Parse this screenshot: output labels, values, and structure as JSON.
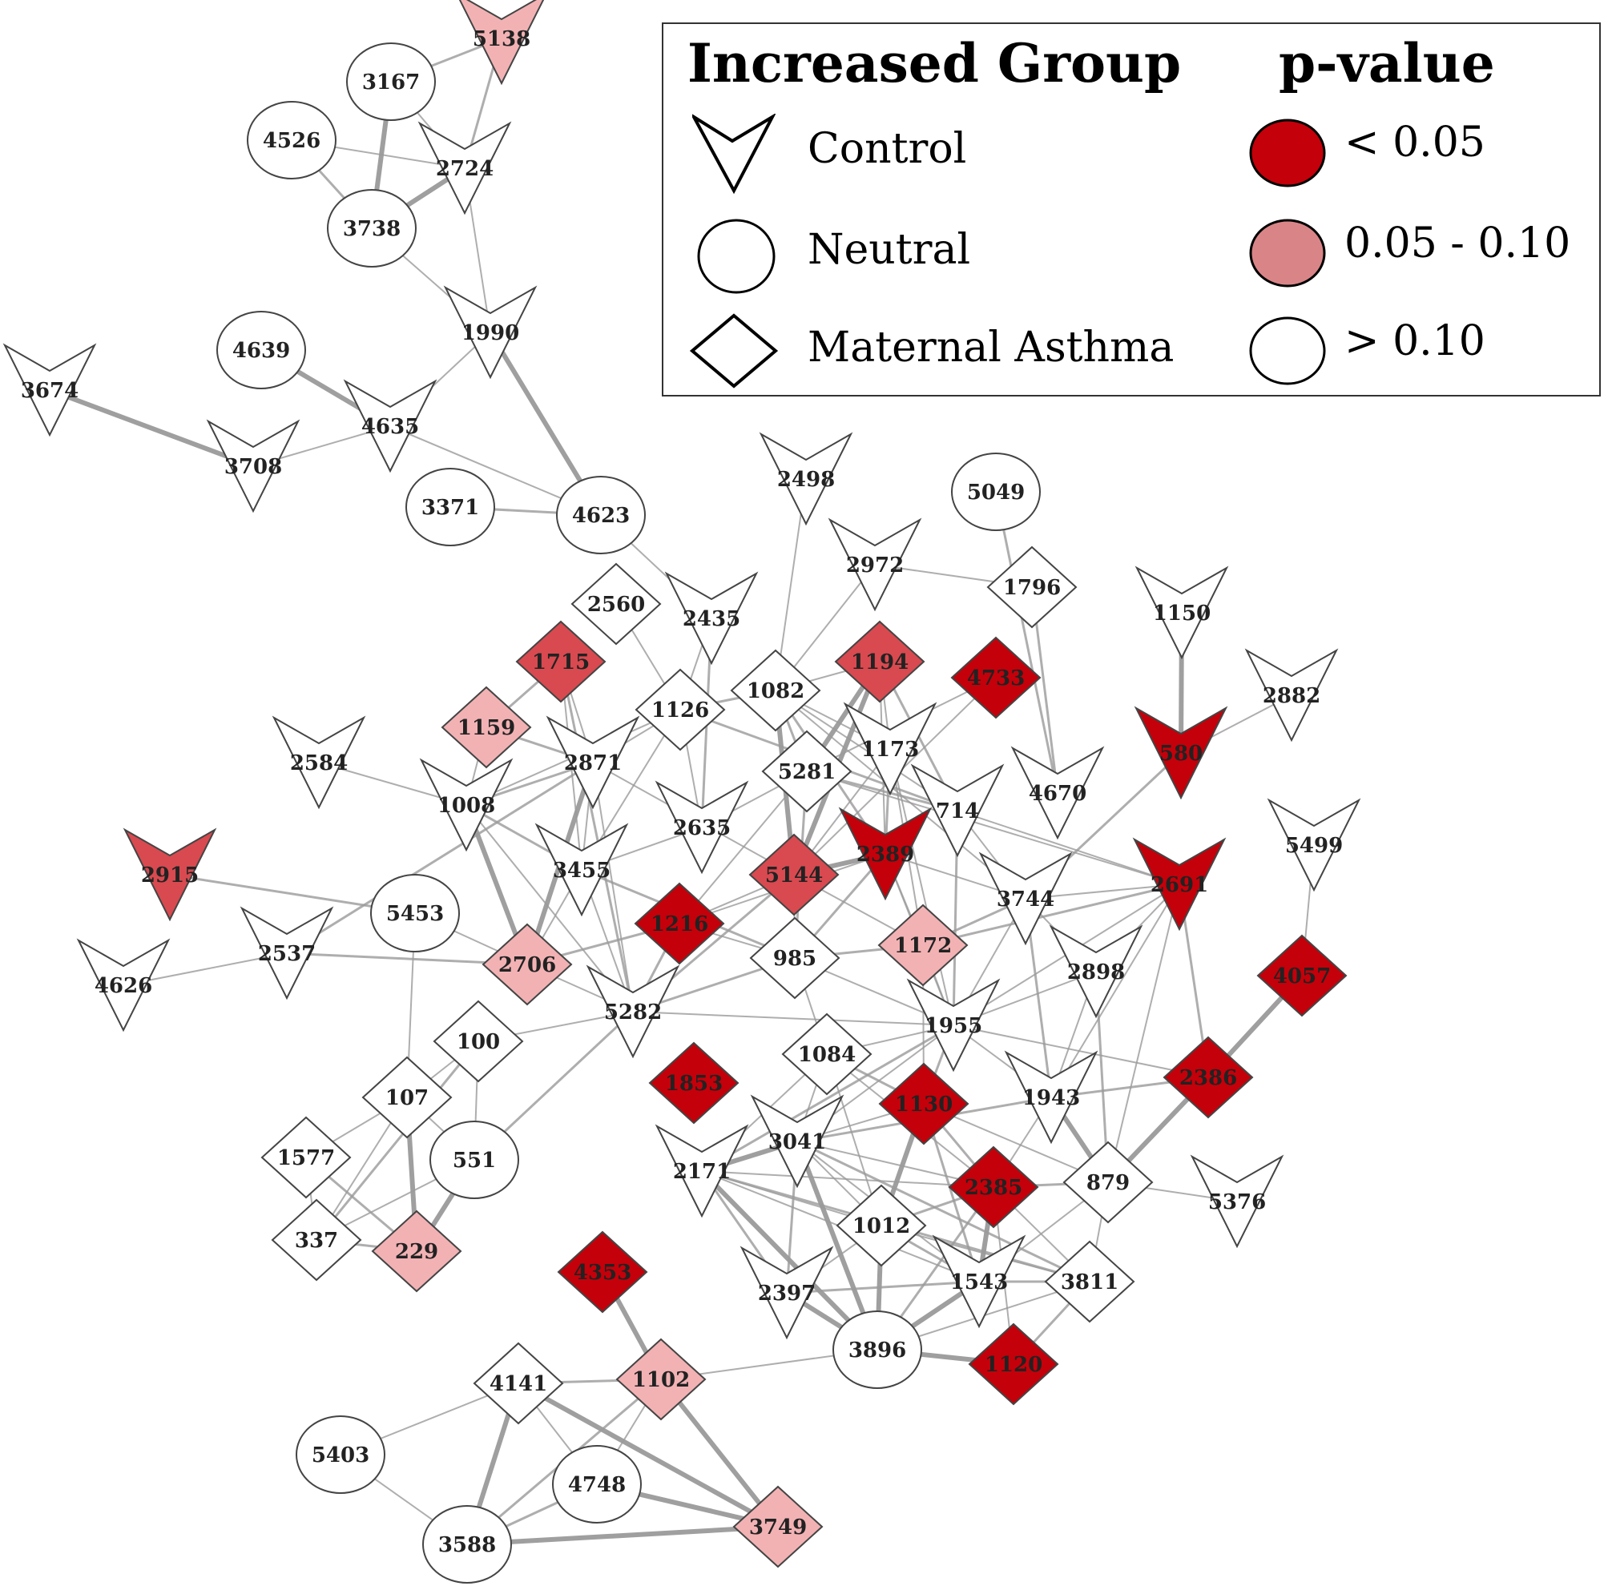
{
  "legend": {
    "group_title": "Increased Group",
    "group_items": [
      {
        "label": "Control",
        "shape": "triangle-down-icon"
      },
      {
        "label": "Neutral",
        "shape": "circle-icon"
      },
      {
        "label": "Maternal Asthma",
        "shape": "diamond-icon"
      }
    ],
    "pvalue_title": "p-value",
    "pvalue_items": [
      {
        "label": "< 0.05",
        "color": "#c4000a"
      },
      {
        "label": "0.05 - 0.10",
        "color": "#d98588"
      },
      {
        "label": "> 0.10",
        "color": "#ffffff"
      }
    ]
  },
  "colors": {
    "significant": "#c4000a",
    "moderate": "#d84a50",
    "marginal": "#f2b2b4",
    "none": "#ffffff",
    "edge": "#9a9a9a"
  },
  "nodes": [
    {
      "id": "5138",
      "group": "control",
      "p": "marginal"
    },
    {
      "id": "3167",
      "group": "neutral",
      "p": "none"
    },
    {
      "id": "4526",
      "group": "neutral",
      "p": "none"
    },
    {
      "id": "2724",
      "group": "control",
      "p": "none"
    },
    {
      "id": "3738",
      "group": "neutral",
      "p": "none"
    },
    {
      "id": "1990",
      "group": "control",
      "p": "none"
    },
    {
      "id": "4639",
      "group": "neutral",
      "p": "none"
    },
    {
      "id": "3674",
      "group": "control",
      "p": "none"
    },
    {
      "id": "4635",
      "group": "control",
      "p": "none"
    },
    {
      "id": "3708",
      "group": "control",
      "p": "none"
    },
    {
      "id": "3371",
      "group": "neutral",
      "p": "none"
    },
    {
      "id": "4623",
      "group": "neutral",
      "p": "none"
    },
    {
      "id": "2498",
      "group": "control",
      "p": "none"
    },
    {
      "id": "5049",
      "group": "neutral",
      "p": "none"
    },
    {
      "id": "2972",
      "group": "control",
      "p": "none"
    },
    {
      "id": "1796",
      "group": "maternal",
      "p": "none"
    },
    {
      "id": "2560",
      "group": "maternal",
      "p": "none"
    },
    {
      "id": "2435",
      "group": "control",
      "p": "none"
    },
    {
      "id": "1150",
      "group": "control",
      "p": "none"
    },
    {
      "id": "1715",
      "group": "maternal",
      "p": "moderate"
    },
    {
      "id": "1194",
      "group": "maternal",
      "p": "moderate"
    },
    {
      "id": "4733",
      "group": "maternal",
      "p": "significant"
    },
    {
      "id": "1126",
      "group": "maternal",
      "p": "none"
    },
    {
      "id": "1082",
      "group": "maternal",
      "p": "none"
    },
    {
      "id": "2882",
      "group": "control",
      "p": "none"
    },
    {
      "id": "1159",
      "group": "maternal",
      "p": "marginal"
    },
    {
      "id": "1173",
      "group": "control",
      "p": "none"
    },
    {
      "id": "580",
      "group": "control",
      "p": "significant"
    },
    {
      "id": "2584",
      "group": "control",
      "p": "none"
    },
    {
      "id": "2871",
      "group": "control",
      "p": "none"
    },
    {
      "id": "5281",
      "group": "maternal",
      "p": "none"
    },
    {
      "id": "4670",
      "group": "control",
      "p": "none"
    },
    {
      "id": "1008",
      "group": "control",
      "p": "none"
    },
    {
      "id": "714",
      "group": "control",
      "p": "none"
    },
    {
      "id": "2635",
      "group": "control",
      "p": "none"
    },
    {
      "id": "5499",
      "group": "control",
      "p": "none"
    },
    {
      "id": "2389",
      "group": "control",
      "p": "significant"
    },
    {
      "id": "2915",
      "group": "control",
      "p": "moderate"
    },
    {
      "id": "3455",
      "group": "control",
      "p": "none"
    },
    {
      "id": "5144",
      "group": "maternal",
      "p": "moderate"
    },
    {
      "id": "2691",
      "group": "control",
      "p": "significant"
    },
    {
      "id": "3744",
      "group": "control",
      "p": "none"
    },
    {
      "id": "5453",
      "group": "neutral",
      "p": "none"
    },
    {
      "id": "1216",
      "group": "maternal",
      "p": "significant"
    },
    {
      "id": "1172",
      "group": "maternal",
      "p": "marginal"
    },
    {
      "id": "2537",
      "group": "control",
      "p": "none"
    },
    {
      "id": "2706",
      "group": "maternal",
      "p": "marginal"
    },
    {
      "id": "985",
      "group": "maternal",
      "p": "none"
    },
    {
      "id": "2898",
      "group": "control",
      "p": "none"
    },
    {
      "id": "4057",
      "group": "maternal",
      "p": "significant"
    },
    {
      "id": "4626",
      "group": "control",
      "p": "none"
    },
    {
      "id": "5282",
      "group": "control",
      "p": "none"
    },
    {
      "id": "1955",
      "group": "control",
      "p": "none"
    },
    {
      "id": "100",
      "group": "maternal",
      "p": "none"
    },
    {
      "id": "1084",
      "group": "maternal",
      "p": "none"
    },
    {
      "id": "1853",
      "group": "maternal",
      "p": "significant"
    },
    {
      "id": "1130",
      "group": "maternal",
      "p": "significant"
    },
    {
      "id": "2386",
      "group": "maternal",
      "p": "significant"
    },
    {
      "id": "107",
      "group": "maternal",
      "p": "none"
    },
    {
      "id": "1943",
      "group": "control",
      "p": "none"
    },
    {
      "id": "3041",
      "group": "control",
      "p": "none"
    },
    {
      "id": "1577",
      "group": "maternal",
      "p": "none"
    },
    {
      "id": "551",
      "group": "neutral",
      "p": "none"
    },
    {
      "id": "2171",
      "group": "control",
      "p": "none"
    },
    {
      "id": "879",
      "group": "maternal",
      "p": "none"
    },
    {
      "id": "2385",
      "group": "maternal",
      "p": "significant"
    },
    {
      "id": "5376",
      "group": "control",
      "p": "none"
    },
    {
      "id": "337",
      "group": "maternal",
      "p": "none"
    },
    {
      "id": "229",
      "group": "maternal",
      "p": "marginal"
    },
    {
      "id": "1012",
      "group": "maternal",
      "p": "none"
    },
    {
      "id": "4353",
      "group": "maternal",
      "p": "significant"
    },
    {
      "id": "2397",
      "group": "control",
      "p": "none"
    },
    {
      "id": "1543",
      "group": "control",
      "p": "none"
    },
    {
      "id": "3811",
      "group": "maternal",
      "p": "none"
    },
    {
      "id": "3896",
      "group": "neutral",
      "p": "none"
    },
    {
      "id": "1120",
      "group": "maternal",
      "p": "significant"
    },
    {
      "id": "1102",
      "group": "maternal",
      "p": "marginal"
    },
    {
      "id": "4141",
      "group": "maternal",
      "p": "none"
    },
    {
      "id": "5403",
      "group": "neutral",
      "p": "none"
    },
    {
      "id": "4748",
      "group": "neutral",
      "p": "none"
    },
    {
      "id": "3749",
      "group": "maternal",
      "p": "marginal"
    },
    {
      "id": "3588",
      "group": "neutral",
      "p": "none"
    }
  ],
  "edges": [
    [
      "3167",
      "5138"
    ],
    [
      "3167",
      "2724"
    ],
    [
      "3167",
      "3738"
    ],
    [
      "4526",
      "3738"
    ],
    [
      "4526",
      "2724"
    ],
    [
      "3738",
      "2724"
    ],
    [
      "2724",
      "5138"
    ],
    [
      "2724",
      "1990"
    ],
    [
      "3738",
      "1990"
    ],
    [
      "1990",
      "4623"
    ],
    [
      "1990",
      "4635"
    ],
    [
      "4639",
      "4635"
    ],
    [
      "3674",
      "3708"
    ],
    [
      "3708",
      "4635"
    ],
    [
      "4635",
      "4623"
    ],
    [
      "3371",
      "4623"
    ],
    [
      "4623",
      "2435"
    ],
    [
      "2498",
      "1082"
    ],
    [
      "5049",
      "4670"
    ],
    [
      "2972",
      "1796"
    ],
    [
      "2972",
      "1082"
    ],
    [
      "1796",
      "4670"
    ],
    [
      "2560",
      "1126"
    ],
    [
      "2435",
      "1126"
    ],
    [
      "2435",
      "2635"
    ],
    [
      "1150",
      "580"
    ],
    [
      "580",
      "2882"
    ],
    [
      "1715",
      "1159"
    ],
    [
      "1715",
      "2871"
    ],
    [
      "1715",
      "3455"
    ],
    [
      "1715",
      "5282"
    ],
    [
      "1194",
      "1082"
    ],
    [
      "1194",
      "1173"
    ],
    [
      "1194",
      "5281"
    ],
    [
      "1194",
      "5144"
    ],
    [
      "1194",
      "2389"
    ],
    [
      "1194",
      "714"
    ],
    [
      "4733",
      "5281"
    ],
    [
      "4733",
      "5144"
    ],
    [
      "1126",
      "1082"
    ],
    [
      "1126",
      "2871"
    ],
    [
      "1126",
      "2635"
    ],
    [
      "1126",
      "714"
    ],
    [
      "1126",
      "3455"
    ],
    [
      "1126",
      "1008"
    ],
    [
      "1082",
      "5281"
    ],
    [
      "1082",
      "1173"
    ],
    [
      "1082",
      "5144"
    ],
    [
      "1082",
      "2389"
    ],
    [
      "1082",
      "714"
    ],
    [
      "1082",
      "3744"
    ],
    [
      "1159",
      "2871"
    ],
    [
      "1159",
      "1008"
    ],
    [
      "2584",
      "1008"
    ],
    [
      "2871",
      "1008"
    ],
    [
      "2871",
      "3455"
    ],
    [
      "2871",
      "2706"
    ],
    [
      "2871",
      "2537"
    ],
    [
      "2871",
      "5144"
    ],
    [
      "2871",
      "5282"
    ],
    [
      "5281",
      "714"
    ],
    [
      "5281",
      "2635"
    ],
    [
      "5281",
      "1216"
    ],
    [
      "5281",
      "985"
    ],
    [
      "5281",
      "2691"
    ],
    [
      "1173",
      "1172"
    ],
    [
      "1173",
      "2389"
    ],
    [
      "1173",
      "5144"
    ],
    [
      "1173",
      "1955"
    ],
    [
      "580",
      "3744"
    ],
    [
      "5499",
      "4057"
    ],
    [
      "2691",
      "3744"
    ],
    [
      "2691",
      "1172"
    ],
    [
      "2691",
      "2898"
    ],
    [
      "2691",
      "1943"
    ],
    [
      "2691",
      "2386"
    ],
    [
      "2691",
      "879"
    ],
    [
      "2691",
      "1955"
    ],
    [
      "1008",
      "3455"
    ],
    [
      "1008",
      "2706"
    ],
    [
      "1008",
      "5282"
    ],
    [
      "2915",
      "5453"
    ],
    [
      "3455",
      "5282"
    ],
    [
      "3455",
      "2635"
    ],
    [
      "3455",
      "985"
    ],
    [
      "3455",
      "2706"
    ],
    [
      "5144",
      "1216"
    ],
    [
      "5144",
      "2389"
    ],
    [
      "5144",
      "985"
    ],
    [
      "5144",
      "1172"
    ],
    [
      "5144",
      "5282"
    ],
    [
      "2389",
      "1172"
    ],
    [
      "2389",
      "1216"
    ],
    [
      "2389",
      "985"
    ],
    [
      "2389",
      "3744"
    ],
    [
      "2389",
      "1955"
    ],
    [
      "714",
      "1955"
    ],
    [
      "714",
      "3744"
    ],
    [
      "714",
      "2691"
    ],
    [
      "3744",
      "1943"
    ],
    [
      "3744",
      "2898"
    ],
    [
      "3744",
      "1955"
    ],
    [
      "3744",
      "1172"
    ],
    [
      "5453",
      "2706"
    ],
    [
      "5453",
      "107"
    ],
    [
      "2537",
      "2706"
    ],
    [
      "4626",
      "2537"
    ],
    [
      "2706",
      "5282"
    ],
    [
      "2706",
      "1216"
    ],
    [
      "985",
      "1955"
    ],
    [
      "985",
      "1084"
    ],
    [
      "985",
      "5282"
    ],
    [
      "985",
      "1216"
    ],
    [
      "1172",
      "1955"
    ],
    [
      "1172",
      "985"
    ],
    [
      "1172",
      "1130"
    ],
    [
      "2898",
      "1943"
    ],
    [
      "2898",
      "879"
    ],
    [
      "2898",
      "1955"
    ],
    [
      "4057",
      "2386"
    ],
    [
      "5282",
      "551"
    ],
    [
      "5282",
      "100"
    ],
    [
      "5282",
      "1955"
    ],
    [
      "5282",
      "1216"
    ],
    [
      "1955",
      "1943"
    ],
    [
      "1955",
      "2386"
    ],
    [
      "1955",
      "1130"
    ],
    [
      "1955",
      "1084"
    ],
    [
      "1955",
      "3041"
    ],
    [
      "1955",
      "2171"
    ],
    [
      "100",
      "107"
    ],
    [
      "100",
      "551"
    ],
    [
      "100",
      "337"
    ],
    [
      "107",
      "1577"
    ],
    [
      "107",
      "551"
    ],
    [
      "107",
      "229"
    ],
    [
      "107",
      "337"
    ],
    [
      "1577",
      "337"
    ],
    [
      "1577",
      "229"
    ],
    [
      "551",
      "229"
    ],
    [
      "551",
      "337"
    ],
    [
      "337",
      "229"
    ],
    [
      "1084",
      "3041"
    ],
    [
      "1084",
      "2171"
    ],
    [
      "1084",
      "1130"
    ],
    [
      "1084",
      "2385"
    ],
    [
      "1084",
      "1012"
    ],
    [
      "1130",
      "2385"
    ],
    [
      "1130",
      "3041"
    ],
    [
      "1130",
      "1012"
    ],
    [
      "1130",
      "1543"
    ],
    [
      "1130",
      "879"
    ],
    [
      "2386",
      "879"
    ],
    [
      "2386",
      "1943"
    ],
    [
      "1943",
      "879"
    ],
    [
      "1943",
      "2385"
    ],
    [
      "1943",
      "3041"
    ],
    [
      "3041",
      "2171"
    ],
    [
      "3041",
      "1012"
    ],
    [
      "3041",
      "2397"
    ],
    [
      "3041",
      "1543"
    ],
    [
      "3041",
      "3896"
    ],
    [
      "3041",
      "3811"
    ],
    [
      "3041",
      "2385"
    ],
    [
      "2171",
      "1012"
    ],
    [
      "2171",
      "2397"
    ],
    [
      "2171",
      "1543"
    ],
    [
      "2171",
      "3896"
    ],
    [
      "2171",
      "3811"
    ],
    [
      "2171",
      "2385"
    ],
    [
      "879",
      "5376"
    ],
    [
      "879",
      "2385"
    ],
    [
      "879",
      "1543"
    ],
    [
      "879",
      "3811"
    ],
    [
      "2385",
      "1012"
    ],
    [
      "2385",
      "1543"
    ],
    [
      "2385",
      "3811"
    ],
    [
      "2385",
      "3896"
    ],
    [
      "2385",
      "1120"
    ],
    [
      "1012",
      "2397"
    ],
    [
      "1012",
      "1543"
    ],
    [
      "1012",
      "3896"
    ],
    [
      "1012",
      "3811"
    ],
    [
      "2397",
      "1543"
    ],
    [
      "2397",
      "3896"
    ],
    [
      "1543",
      "3896"
    ],
    [
      "1543",
      "3811"
    ],
    [
      "3896",
      "3811"
    ],
    [
      "3896",
      "1120"
    ],
    [
      "1120",
      "3811"
    ],
    [
      "4353",
      "1102"
    ],
    [
      "1102",
      "3896"
    ],
    [
      "1102",
      "4141"
    ],
    [
      "1102",
      "3749"
    ],
    [
      "1102",
      "4748"
    ],
    [
      "1102",
      "3588"
    ],
    [
      "4141",
      "5403"
    ],
    [
      "4141",
      "4748"
    ],
    [
      "4141",
      "3749"
    ],
    [
      "4141",
      "3588"
    ],
    [
      "5403",
      "3588"
    ],
    [
      "4748",
      "3588"
    ],
    [
      "4748",
      "3749"
    ],
    [
      "3588",
      "3749"
    ]
  ],
  "heavy_edges": [
    [
      "3167",
      "3738"
    ],
    [
      "3738",
      "2724"
    ],
    [
      "3674",
      "3708"
    ],
    [
      "4639",
      "4635"
    ],
    [
      "1990",
      "4623"
    ],
    [
      "1150",
      "580"
    ],
    [
      "1194",
      "5144"
    ],
    [
      "1194",
      "5281"
    ],
    [
      "1082",
      "5144"
    ],
    [
      "2871",
      "2706"
    ],
    [
      "1008",
      "2706"
    ],
    [
      "5144",
      "2389"
    ],
    [
      "1943",
      "879"
    ],
    [
      "2386",
      "879"
    ],
    [
      "4057",
      "2386"
    ],
    [
      "3041",
      "3896"
    ],
    [
      "2171",
      "3896"
    ],
    [
      "3041",
      "2171"
    ],
    [
      "2397",
      "3896"
    ],
    [
      "1012",
      "3896"
    ],
    [
      "1543",
      "3896"
    ],
    [
      "2385",
      "1543"
    ],
    [
      "3896",
      "1120"
    ],
    [
      "1130",
      "1012"
    ],
    [
      "4141",
      "3588"
    ],
    [
      "3588",
      "3749"
    ],
    [
      "4141",
      "3749"
    ],
    [
      "4748",
      "3749"
    ],
    [
      "4353",
      "1102"
    ],
    [
      "1102",
      "3749"
    ],
    [
      "107",
      "229"
    ],
    [
      "551",
      "229"
    ]
  ]
}
